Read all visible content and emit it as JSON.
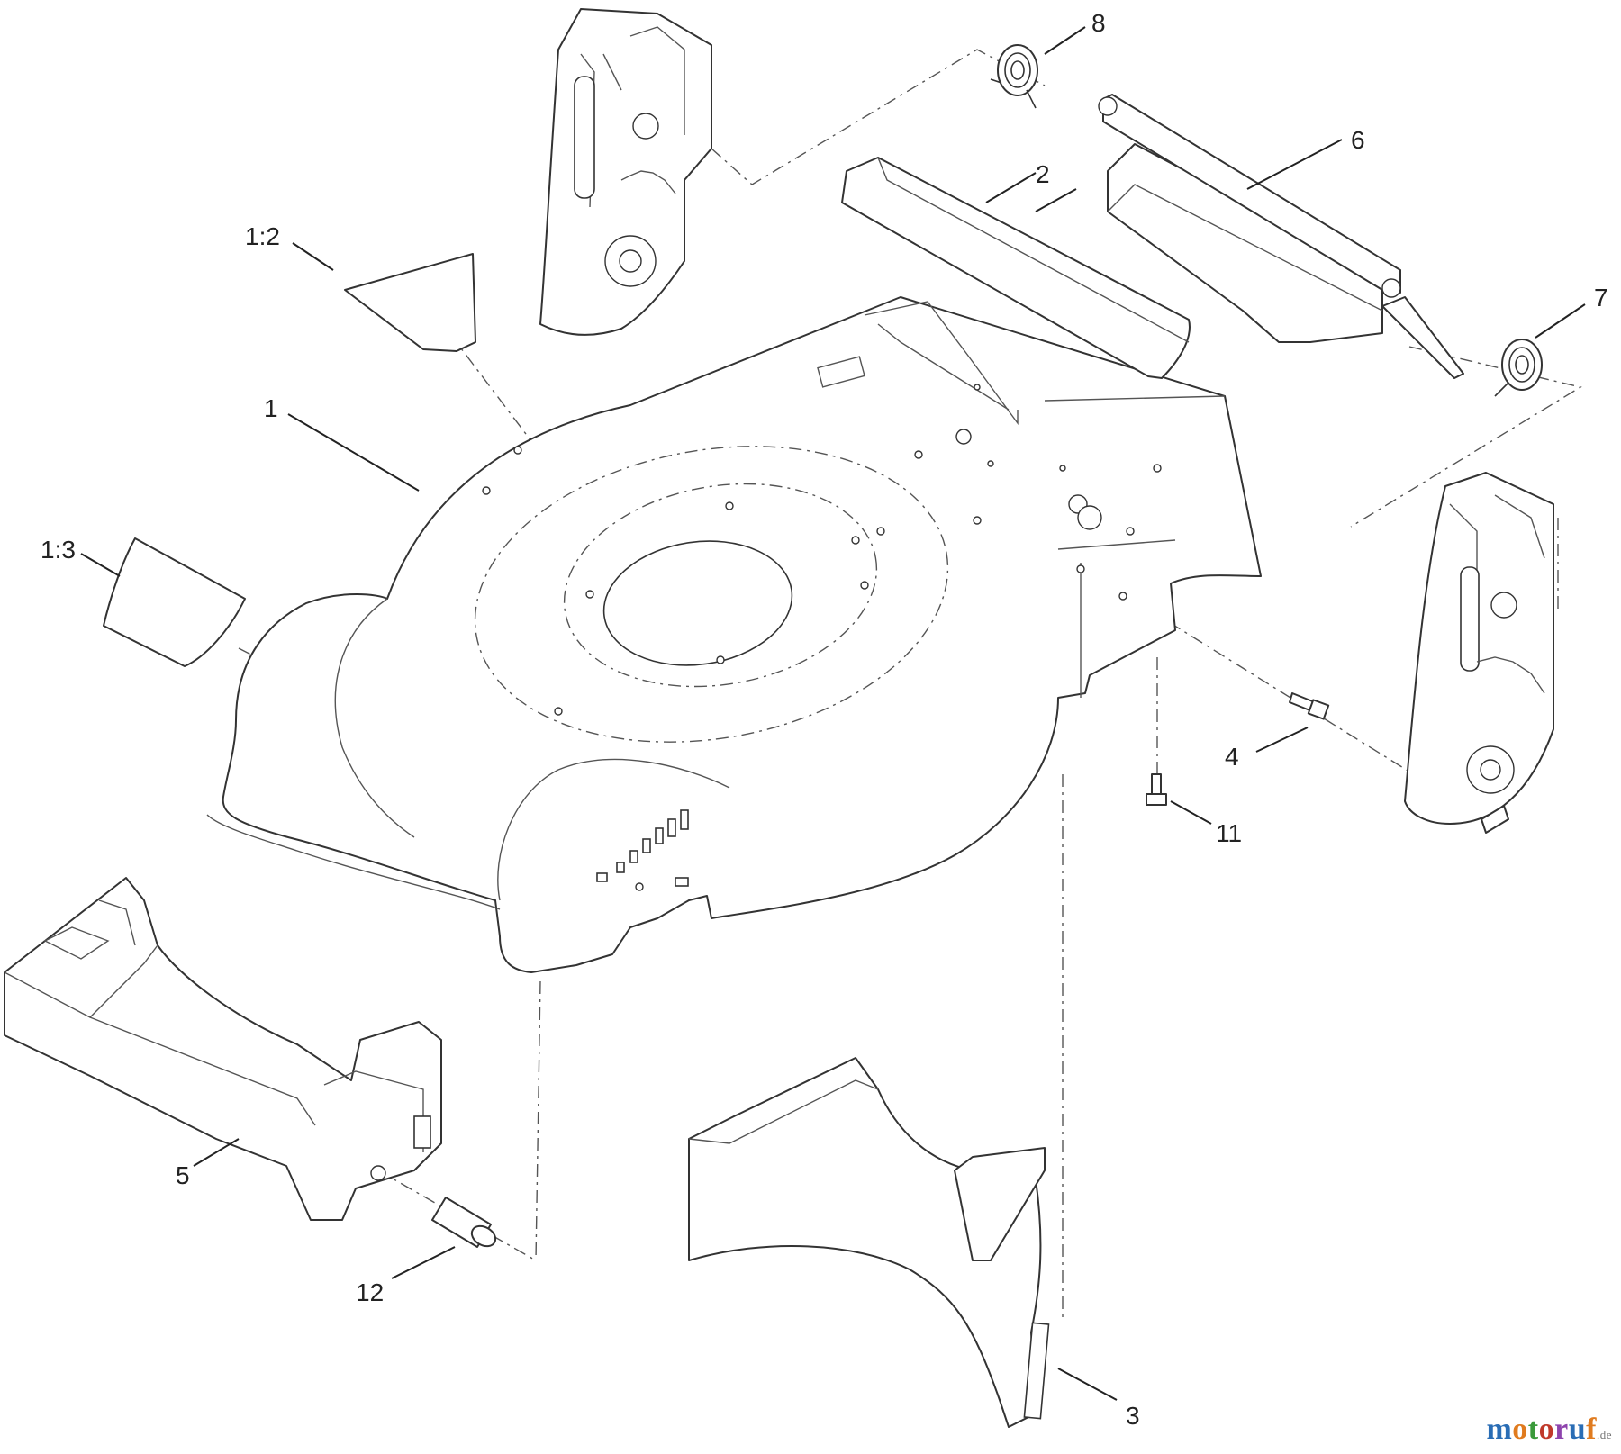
{
  "callouts": {
    "c1": "1",
    "c1_2": "1:2",
    "c1_3": "1:3",
    "c2": "2",
    "c3": "3",
    "c4": "4",
    "c5": "5",
    "c6": "6",
    "c7": "7",
    "c8": "8",
    "c11": "11",
    "c12": "12"
  },
  "watermark": {
    "text": "motoruf",
    "suffix": ".de",
    "colors": [
      "#2a6db5",
      "#e07b1f",
      "#3a9a3a",
      "#c0392b",
      "#8e44ad",
      "#2a6db5",
      "#e07b1f"
    ]
  }
}
